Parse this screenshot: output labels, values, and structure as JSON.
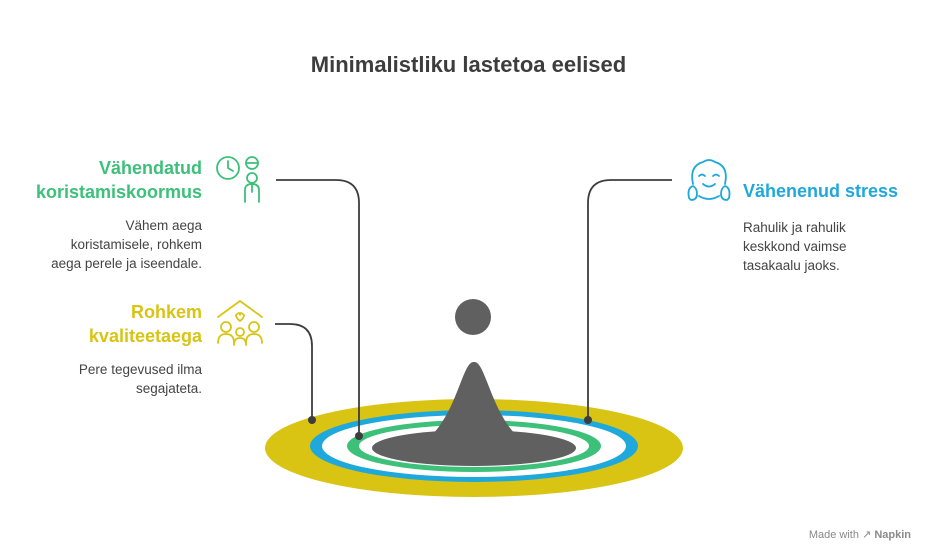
{
  "title": "Minimalistliku lastetoa eelised",
  "colors": {
    "green": "#3cc07a",
    "yellow": "#d9c414",
    "blue": "#1fa8dc",
    "gray": "#606060",
    "line": "#3d3d3d"
  },
  "items": [
    {
      "heading_line1": "Vähendatud",
      "heading_line2": "koristamiskoormus",
      "description": "Vähem aega koristamisele, rohkem aega perele ja iseendale.",
      "icon": "clock-person-icon"
    },
    {
      "heading_line1": "Rohkem",
      "heading_line2": "kvaliteetaega",
      "description": "Pere tegevused ilma segajateta.",
      "icon": "family-house-icon"
    },
    {
      "heading": "Vähenenud stress",
      "description": "Rahulik ja rahulik keskkond vaimse tasakaalu jaoks.",
      "icon": "calm-face-icon"
    }
  ],
  "credit": {
    "made_with": "Made with",
    "brand": "Napkin"
  }
}
